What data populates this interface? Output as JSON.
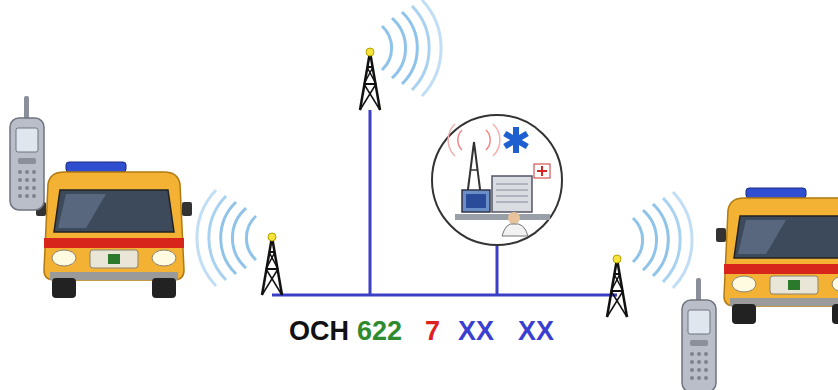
{
  "diagram": {
    "labels": [
      "OCH",
      "622",
      "7",
      "XX",
      "XX"
    ]
  }
}
